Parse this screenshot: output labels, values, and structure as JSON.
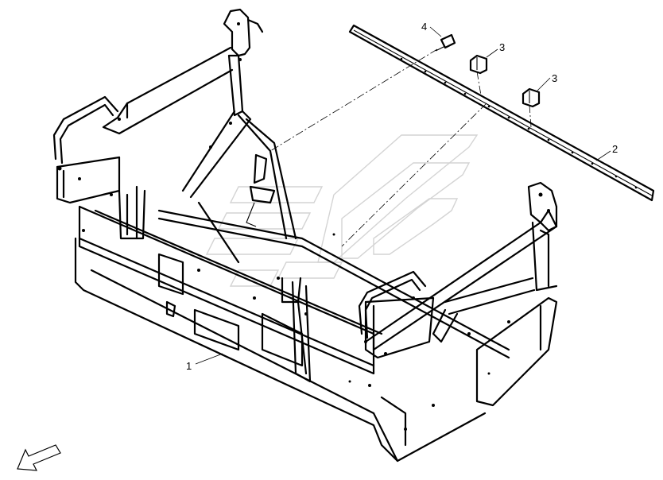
{
  "callouts": [
    {
      "id": "c1",
      "label": "1"
    },
    {
      "id": "c2",
      "label": "2"
    },
    {
      "id": "c3a",
      "label": "3"
    },
    {
      "id": "c3b",
      "label": "3"
    },
    {
      "id": "c4",
      "label": "4"
    }
  ],
  "icons": {
    "direction": "direction-arrow-icon"
  },
  "colors": {
    "line": "#000000",
    "watermark": "#d4d4d4",
    "background": "#ffffff"
  }
}
